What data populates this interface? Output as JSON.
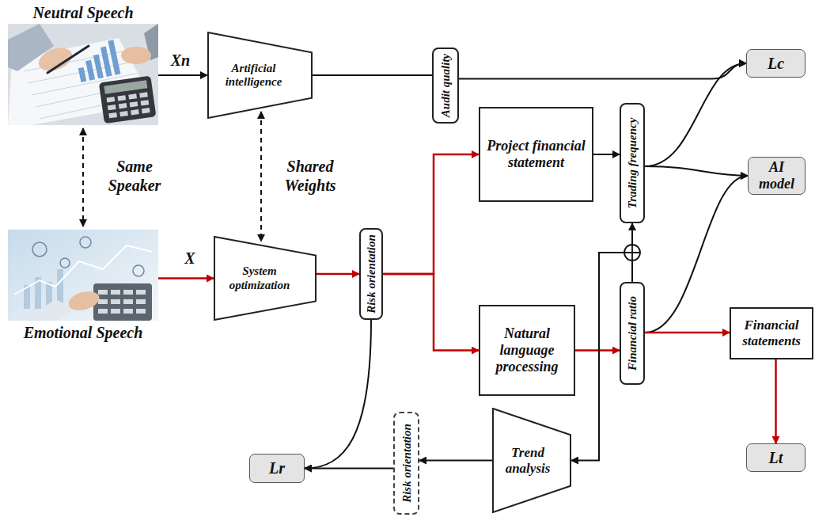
{
  "diagram": {
    "nodes": [
      {
        "text": [
          "Neutral Speech"
        ]
      },
      {
        "text": [
          "Artificial intelligence"
        ]
      },
      {
        "text": [
          "Audit quality"
        ]
      },
      {
        "text": [
          "Lc"
        ]
      },
      {
        "text": [
          "Project financial statement"
        ]
      },
      {
        "text": [
          "Trading frequency"
        ]
      },
      {
        "text": [
          "AI model"
        ]
      },
      {
        "text": [
          "Emotional Speech"
        ]
      },
      {
        "text": [
          "System optimization"
        ]
      },
      {
        "text": [
          "Risk orientation"
        ]
      },
      {
        "text": [
          "Natural language processing"
        ]
      },
      {
        "text": [
          "Financial ratio"
        ]
      },
      {
        "text": [
          "Financial statements"
        ]
      },
      {
        "text": [
          "Trend analysis"
        ]
      },
      {
        "text": [
          "Risk orientation"
        ]
      },
      {
        "text": [
          "Lr"
        ]
      },
      {
        "text": [
          "Lt"
        ]
      }
    ],
    "edges": [
      {
        "from": 0,
        "to": 1,
        "arrow": "to",
        "label": "Xn"
      },
      {
        "from": 0,
        "to": 7,
        "arrow": "both",
        "label": "Same Speaker"
      },
      {
        "from": 1,
        "to": 8,
        "arrow": "both",
        "label": "Shared Weights"
      },
      {
        "from": 1,
        "to": 2,
        "arrow": "none"
      },
      {
        "from": 2,
        "to": 3,
        "arrow": "to"
      },
      {
        "from": 7,
        "to": 8,
        "arrow": "to",
        "label": "X"
      },
      {
        "from": 8,
        "to": 9,
        "arrow": "to"
      },
      {
        "from": 9,
        "to": 4,
        "arrow": "to"
      },
      {
        "from": 9,
        "to": 10,
        "arrow": "to"
      },
      {
        "from": 4,
        "to": 5,
        "arrow": "to"
      },
      {
        "from": 5,
        "to": 3,
        "arrow": "to"
      },
      {
        "from": 5,
        "to": 6,
        "arrow": "to"
      },
      {
        "from": 10,
        "to": 11,
        "arrow": "to"
      },
      {
        "from": 11,
        "to": 5,
        "arrow": "to"
      },
      {
        "from": 11,
        "to": 6,
        "arrow": "to"
      },
      {
        "from": 11,
        "to": 12,
        "arrow": "to"
      },
      {
        "from": 12,
        "to": 16,
        "arrow": "to"
      },
      {
        "from": 11,
        "to": 13,
        "arrow": "to"
      },
      {
        "from": 13,
        "to": 14,
        "arrow": "to"
      },
      {
        "from": 14,
        "to": 15,
        "arrow": "to"
      },
      {
        "from": 9,
        "to": 15,
        "arrow": "to"
      }
    ]
  }
}
